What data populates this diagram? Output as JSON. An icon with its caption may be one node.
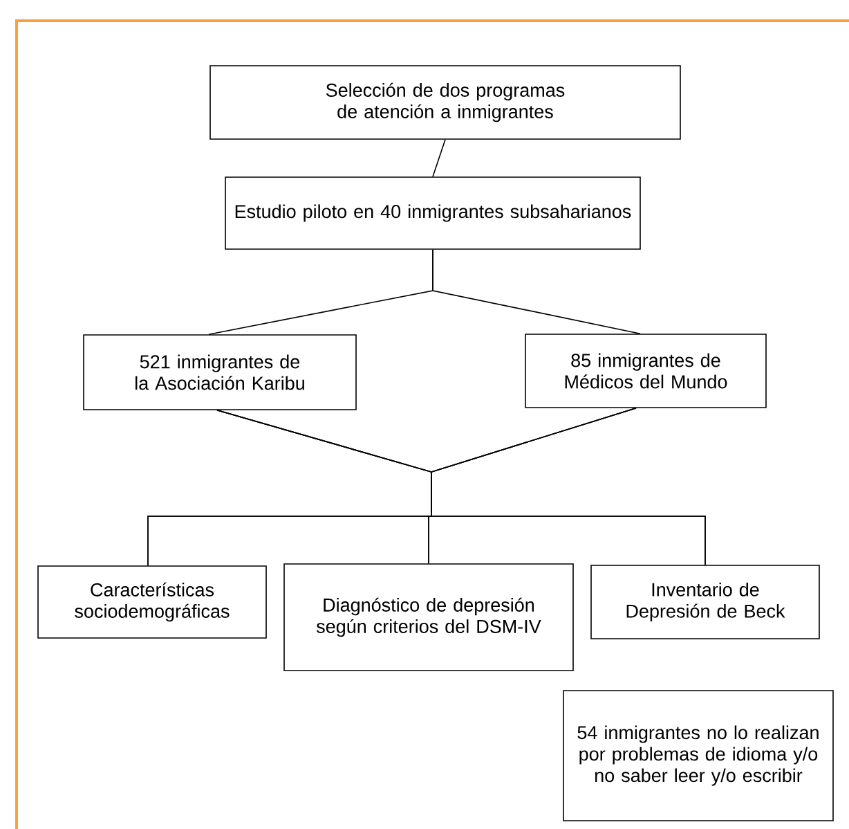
{
  "diagram": {
    "nodes": [
      {
        "text": [
          "Selección de dos programas de atención a inmigrantes"
        ]
      },
      {
        "text": [
          "Estudio piloto en 40 inmigrantes subsaharianos"
        ]
      },
      {
        "text": [
          "521 inmigrantes de la Asociación Karibu"
        ]
      },
      {
        "text": [
          "85 inmigrantes de Médicos del Mundo"
        ]
      },
      {
        "text": [
          "Características sociodemográficas"
        ]
      },
      {
        "text": [
          "Diagnóstico de depresión según criterios del DSM-IV"
        ]
      },
      {
        "text": [
          "Inventario de Depresión de Beck"
        ]
      },
      {
        "text": [
          "54 inmigrantes no lo realizan por problemas de idioma y/o no saber leer y/o escribir"
        ]
      }
    ],
    "edges": [
      {
        "from": 0,
        "to": 1,
        "arrow": "none"
      },
      {
        "from": 1,
        "to": 2,
        "arrow": "none"
      },
      {
        "from": 1,
        "to": 3,
        "arrow": "none"
      },
      {
        "from": 2,
        "to": 4,
        "arrow": "none"
      },
      {
        "from": 2,
        "to": 5,
        "arrow": "none"
      },
      {
        "from": 2,
        "to": 6,
        "arrow": "none"
      },
      {
        "from": 3,
        "to": 4,
        "arrow": "none"
      },
      {
        "from": 3,
        "to": 5,
        "arrow": "none"
      },
      {
        "from": 3,
        "to": 6,
        "arrow": "none"
      }
    ]
  }
}
